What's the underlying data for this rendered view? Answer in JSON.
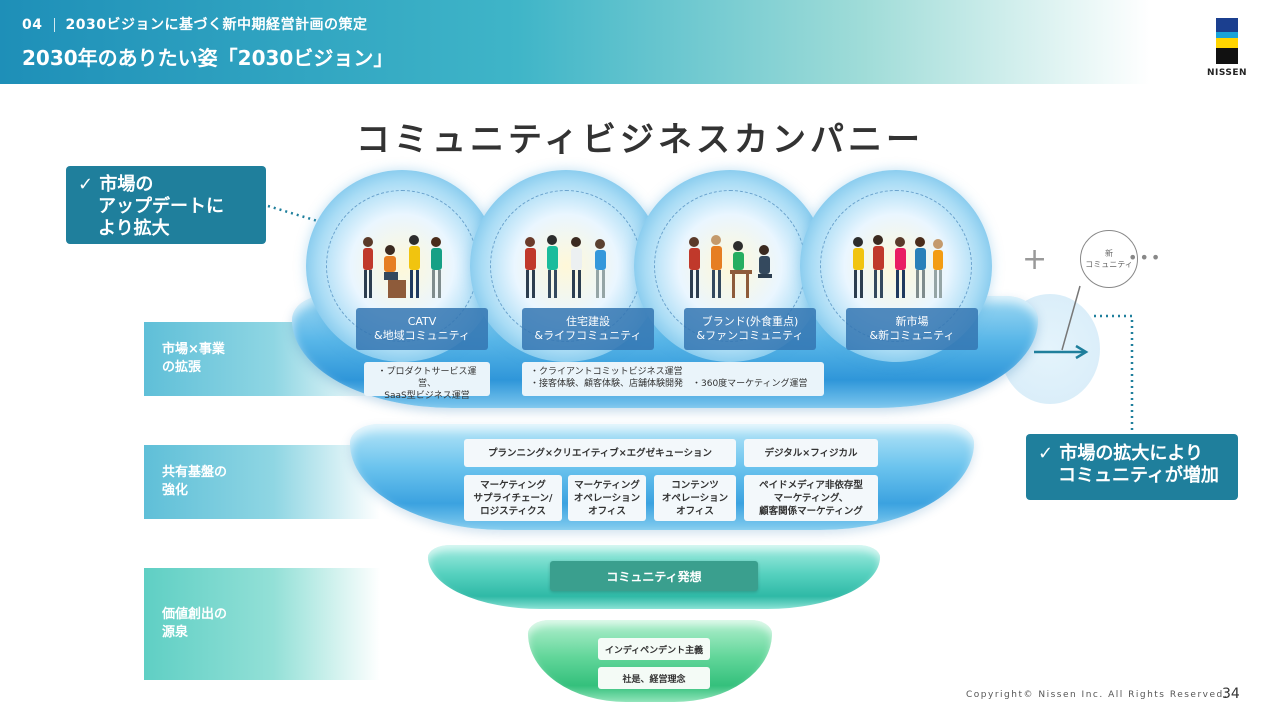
{
  "header": {
    "section_number": "04",
    "section_title": "2030ビジョンに基づく新中期経営計画の策定",
    "title": "2030年のありたい姿「2030ビジョン」"
  },
  "logo": {
    "text": "NISSEN"
  },
  "main_title": "コミュニティビジネスカンパニー",
  "callouts": {
    "left": [
      "✓ 市場の",
      "アップデートに",
      "より拡大"
    ],
    "right": [
      "✓ 市場の拡大により",
      "コミュニティが増加"
    ]
  },
  "side_labels": {
    "tier1": [
      "市場×事業",
      "の拡張"
    ],
    "tier2": [
      "共有基盤の",
      "強化"
    ],
    "tier3": [
      "価値創出の",
      "源泉"
    ]
  },
  "communities": [
    {
      "line1": "CATV",
      "line2": "&地域コミュニティ"
    },
    {
      "line1": "住宅建設",
      "line2": "&ライフコミュニティ"
    },
    {
      "line1": "ブランド(外食重点)",
      "line2": "&ファンコミュニティ"
    },
    {
      "line1": "新市場",
      "line2": "&新コミュニティ"
    }
  ],
  "notes": {
    "note1": [
      "・プロダクトサービス運営、",
      "SaaS型ビジネス運営"
    ],
    "note2_left": [
      "・クライアントコミットビジネス運営",
      "・接客体験、顧客体験、店舗体験開発"
    ],
    "note2_right": "・360度マーケティング運営"
  },
  "shared_platform": {
    "planning": "プランニング×クリエイティブ×エグゼキューション",
    "digital": "デジタル×フィジカル",
    "scm": [
      "マーケティング",
      "サプライチェーン/",
      "ロジスティクス"
    ],
    "mkt_ops": [
      "マーケティング",
      "オペレーション",
      "オフィス"
    ],
    "content_ops": [
      "コンテンツ",
      "オペレーション",
      "オフィス"
    ],
    "paid": [
      "ペイドメディア非依存型",
      "マーケティング、",
      "顧客関係マーケティング"
    ]
  },
  "source": {
    "community_idea": "コミュニティ発想",
    "independent": "インディペンデント主義",
    "corporate": "社是、経営理念"
  },
  "new_community": {
    "plus": "+",
    "line1": "新",
    "line2": "コミュニティ",
    "dots": "•••"
  },
  "footer": {
    "copyright": "Copyright© Nissen Inc. All Rights Reserved.",
    "page": "34"
  },
  "colors": {
    "primary": "#1f7f9c",
    "header_start": "#1e8fb8",
    "tier_blue": "#3ba2e0",
    "tier_green": "#34c07c"
  }
}
